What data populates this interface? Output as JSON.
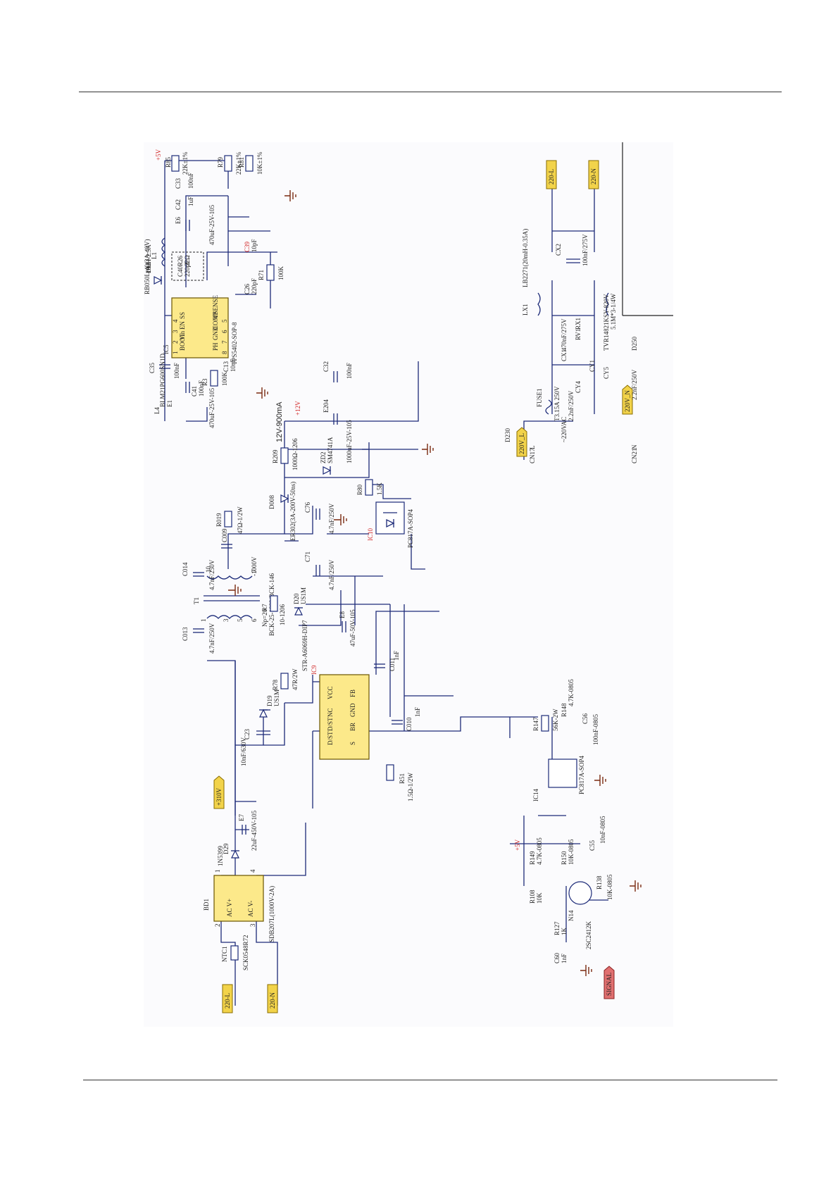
{
  "page": {
    "rules": [
      "top",
      "bottom"
    ]
  },
  "colors": {
    "wire": "#1c2a78",
    "net_tag": "#f2d34a",
    "signal_tag": "#e07070",
    "ic_fill": "#fce98a",
    "ground": "#7a2a10",
    "red_ref": "#d02020"
  },
  "net_tags": {
    "ac_l_in": "220-L",
    "ac_n_in": "220-N",
    "ac_l_out": "220-L",
    "ac_n_out": "220-N",
    "hv_rail": "+310V",
    "ac_l_fuse": "220V_L",
    "ac_n_fuse": "220V_N",
    "signal": "SIGNAL"
  },
  "rails": {
    "v12": "+12V",
    "v5": "+5V",
    "v5b": "+5V",
    "out_note": "12V-900mA"
  },
  "bridge": {
    "ref": "BD1",
    "pin_acp": "AC V+",
    "pin_acm": "AC V-",
    "part": "SDB207L(1000V-2A)",
    "p1": "1",
    "p2": "2",
    "p3": "3",
    "p4": "4"
  },
  "ntc": {
    "ref": "NTC1",
    "part": "SCK0548R72"
  },
  "d29": {
    "ref": "D29",
    "part": "1N5399"
  },
  "e7": {
    "ref": "E7",
    "part": "22uF-450V-105"
  },
  "d19": {
    "ref": "D19",
    "part": "US1M"
  },
  "c23": {
    "ref": "C23",
    "part": "10nF/630V"
  },
  "r78": {
    "ref": "R78",
    "part": "47R/2W"
  },
  "ic9": {
    "ref": "IC9",
    "part": "STR-A6069H-DIP7",
    "p_ds1": "D/ST",
    "p_ds2": "D/ST",
    "p_nc": "NC",
    "p_vcc": "VCC",
    "p_br": "BR",
    "p_gnd": "GND",
    "p_fb": "FB",
    "p_s": "S"
  },
  "c010": {
    "ref": "C010",
    "part": "1nF"
  },
  "c011": {
    "ref": "C011",
    "part": "1nF"
  },
  "r51": {
    "ref": "R51",
    "part": "1.5Ω-1/2W"
  },
  "c013": {
    "ref": "C013",
    "part": "4.7nF/250V"
  },
  "c014": {
    "ref": "C014",
    "part": "4.7nF/250V"
  },
  "t1": {
    "ref": "T1",
    "part": "BCK-25-1889/BCK-146",
    "np": "Np=20",
    "p1": "1",
    "p3": "3",
    "p5": "5",
    "p6": "6",
    "p7": "7",
    "p10": "10"
  },
  "r7": {
    "ref": "R7",
    "part": "10-1206"
  },
  "d20": {
    "ref": "D20",
    "part": "US1M"
  },
  "e8": {
    "ref": "E8",
    "part": "47uF-50V-105"
  },
  "c71": {
    "ref": "C71",
    "part": "4.7nF/250V"
  },
  "c76": {
    "ref": "C76",
    "part": "4.7nF/250V"
  },
  "c009": {
    "ref": "C009",
    "part": "-1000V"
  },
  "r019": {
    "ref": "R019",
    "part": "47Ω-1/2W"
  },
  "d008": {
    "ref": "D008",
    "part": "ER302(3A-200V-50ns)"
  },
  "r209": {
    "ref": "R209",
    "part": "1000Ω-1206"
  },
  "zd2": {
    "ref": "ZD2",
    "part": "SM4741A"
  },
  "e204": {
    "ref": "E204",
    "part": "1000uF-25V-105"
  },
  "c32": {
    "ref": "C32",
    "part": "100nF"
  },
  "r80": {
    "ref": "R80",
    "part": "1.5K"
  },
  "ic10": {
    "ref": "IC10",
    "part": "PC817A-SOP4"
  },
  "ic5": {
    "ref": "IC5",
    "part": "TPS5402-SOP-8",
    "p_boot": "BOOT",
    "p_vin": "Vin",
    "p_en": "EN",
    "p_ss": "SS",
    "p_ph": "PH",
    "p_gnd": "GND",
    "p_comp": "COMP",
    "p_vsense": "VSENSE",
    "n1": "1",
    "n2": "2",
    "n3": "3",
    "n4": "4",
    "n5": "5",
    "n6": "6",
    "n7": "7",
    "n8": "8"
  },
  "c35": {
    "ref": "C35",
    "part": "100nF"
  },
  "d13": {
    "ref": "D13",
    "part": "RB050L-40(3A-40V)"
  },
  "l1": {
    "ref": "L1",
    "part": "10uH-2.5A"
  },
  "c40": {
    "ref": "C40",
    "part": "220pF"
  },
  "r26": {
    "ref": "R26",
    "part": "22Ω"
  },
  "e6": {
    "ref": "E6",
    "part": "470uF-25V-105"
  },
  "c42": {
    "ref": "C42",
    "part": "1uF"
  },
  "c33": {
    "ref": "C33",
    "part": "100nF"
  },
  "r85": {
    "ref": "R85",
    "part": "22K±1%"
  },
  "r79": {
    "ref": "R79",
    "part": "22K±1%"
  },
  "r81": {
    "ref": "R81",
    "part": "10K±1%"
  },
  "c39": {
    "ref": "C39",
    "part": "10pF"
  },
  "r71": {
    "ref": "R71",
    "part": "100K"
  },
  "c26": {
    "ref": "C26",
    "part": "220pF"
  },
  "c41": {
    "ref": "C41",
    "part": "100nF"
  },
  "e1": {
    "ref": "E1",
    "part": "470uF-25V-105"
  },
  "r3": {
    "ref": "R3",
    "part": "100K"
  },
  "c13": {
    "ref": "C13",
    "part": "10nF"
  },
  "l4": {
    "ref": "L4",
    "part": "BLM21PG600SN1D"
  },
  "lx1": {
    "ref": "LX1",
    "part": "LB2271(20mH-0.35A)"
  },
  "cx2": {
    "ref": "CX2",
    "part": "100nF/275V"
  },
  "cx1": {
    "ref": "CX1",
    "part": "470nF/275V"
  },
  "rv1": {
    "ref": "RV1",
    "part": ""
  },
  "rx1": {
    "ref": "RX1",
    "part": ""
  },
  "r820": {
    "ref": "R820",
    "part": "TVR14821KSY-820V"
  },
  "r5m": {
    "ref": "",
    "part": "5.1M*3-1/4W"
  },
  "cy1": {
    "ref": "CY1",
    "part": ""
  },
  "cy4": {
    "ref": "CY4",
    "part": "2.2nF/250V"
  },
  "cy5": {
    "ref": "CY5",
    "part": "2.2nF/250V"
  },
  "fuse1": {
    "ref": "FUSE1",
    "part": "T3.15A 250V"
  },
  "ac_note": "~220VAC",
  "cn17": {
    "ref": "CN17",
    "pin": "L"
  },
  "cn21": {
    "ref": "CN21",
    "pin": "N"
  },
  "d230": {
    "ref": "D230"
  },
  "d250": {
    "ref": "D250"
  },
  "r147": {
    "ref": "R147",
    "part": "56K-2W"
  },
  "r148": {
    "ref": "R148",
    "part": "4.7K-0805"
  },
  "c56": {
    "ref": "C56",
    "part": "100nF-0805"
  },
  "ic14": {
    "ref": "IC14",
    "part": "PC817A-SOP4"
  },
  "r149": {
    "ref": "R149",
    "part": "4.7K-0805"
  },
  "r150": {
    "ref": "R150",
    "part": "10K-0805"
  },
  "c55": {
    "ref": "C55",
    "part": "10nF-0805"
  },
  "r108": {
    "ref": "R108",
    "part": "10K"
  },
  "r138": {
    "ref": "R138",
    "part": "10K-0805"
  },
  "n14": {
    "ref": "N14",
    "part": "2SC2412K"
  },
  "r127": {
    "ref": "R127",
    "part": "1K"
  },
  "c60": {
    "ref": "C60",
    "part": "1nF"
  }
}
